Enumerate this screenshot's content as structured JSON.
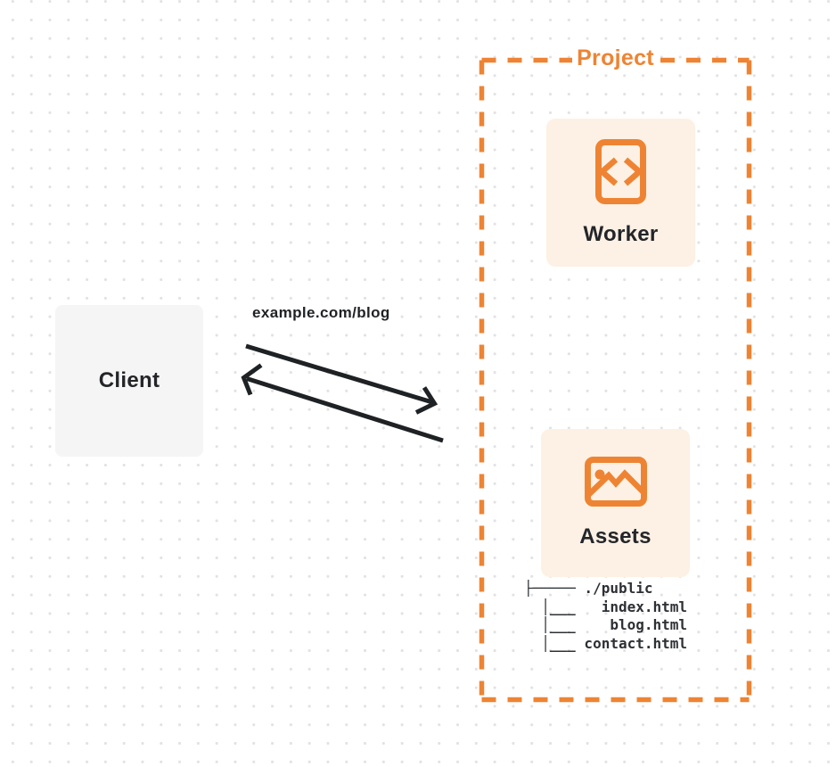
{
  "client": {
    "label": "Client"
  },
  "request": {
    "label": "example.com/blog"
  },
  "project": {
    "label": "Project",
    "worker": {
      "label": "Worker",
      "icon": "code-icon"
    },
    "assets": {
      "label": "Assets",
      "icon": "image-icon"
    },
    "file_tree": "├───── ./public\n  │___   index.html\n  │___    blog.html\n  │___ contact.html"
  },
  "colors": {
    "accent_orange": "#ee8433",
    "card_background": "#fcf1e4",
    "client_background": "#f5f5f6",
    "ink": "#232529",
    "arrow": "#1f2225",
    "grid_dot": "#e2e2e5"
  }
}
